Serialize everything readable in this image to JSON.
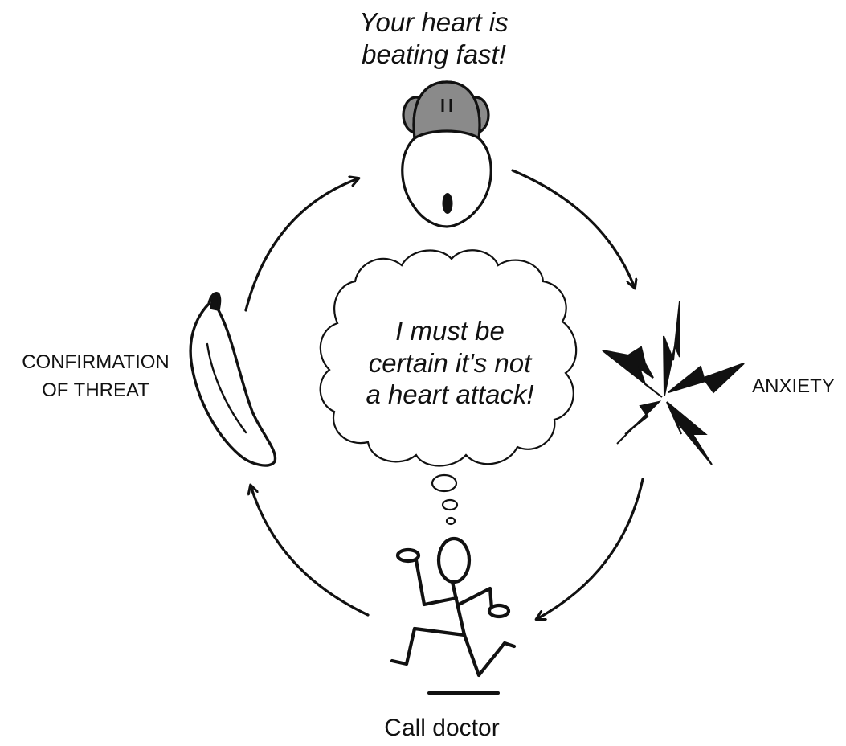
{
  "diagram": {
    "top_caption": {
      "line1": "Your heart is",
      "line2": "beating fast!"
    },
    "thought": {
      "line1": "I must be",
      "line2": "certain it's not",
      "line3": "a heart attack!"
    },
    "left_label": {
      "line1": "CONFIRMATION",
      "line2": "OF THREAT"
    },
    "right_label": "ANXIETY",
    "bottom_label": "Call doctor",
    "icons": {
      "top": "monkey-face-icon",
      "right": "lightning-burst-icon",
      "bottom": "running-stick-figure-icon",
      "left": "banana-icon"
    },
    "colors": {
      "ink": "#111111",
      "fill_gray": "#8a8a8a",
      "background": "#ffffff"
    }
  }
}
